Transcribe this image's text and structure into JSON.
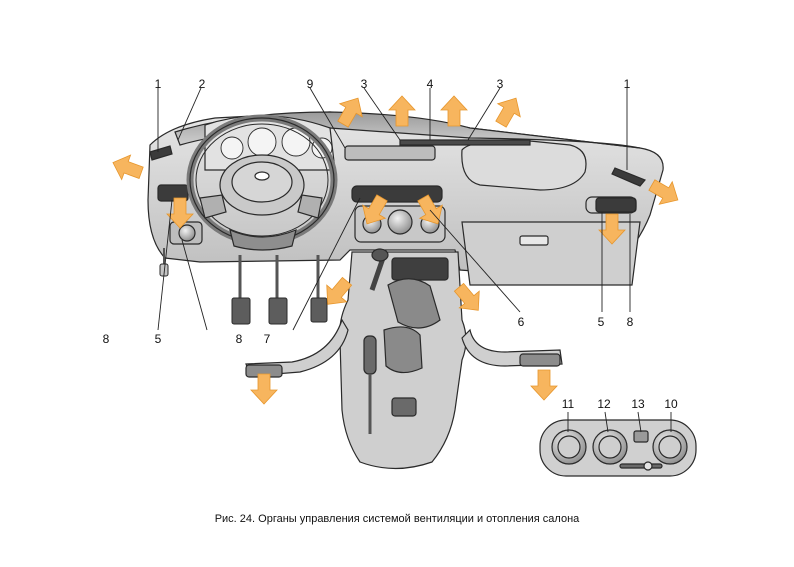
{
  "caption": "Рис. 24. Органы управления системой вентиляции и отопления салона",
  "callouts": {
    "c1_left": "1",
    "c2": "2",
    "c9": "9",
    "c3_left": "3",
    "c4": "4",
    "c3_right": "3",
    "c1_right": "1",
    "c8_far_left": "8",
    "c5_left": "5",
    "c8_left": "8",
    "c7": "7",
    "c6": "6",
    "c5_right": "5",
    "c8_right": "8",
    "c11": "11",
    "c12": "12",
    "c13": "13",
    "c10": "10"
  },
  "colors": {
    "airflow_arrow": "#f7b55e",
    "panel_fill": "#d8d8d8",
    "panel_dark": "#6e6e6e",
    "outline": "#2a2a2a"
  }
}
